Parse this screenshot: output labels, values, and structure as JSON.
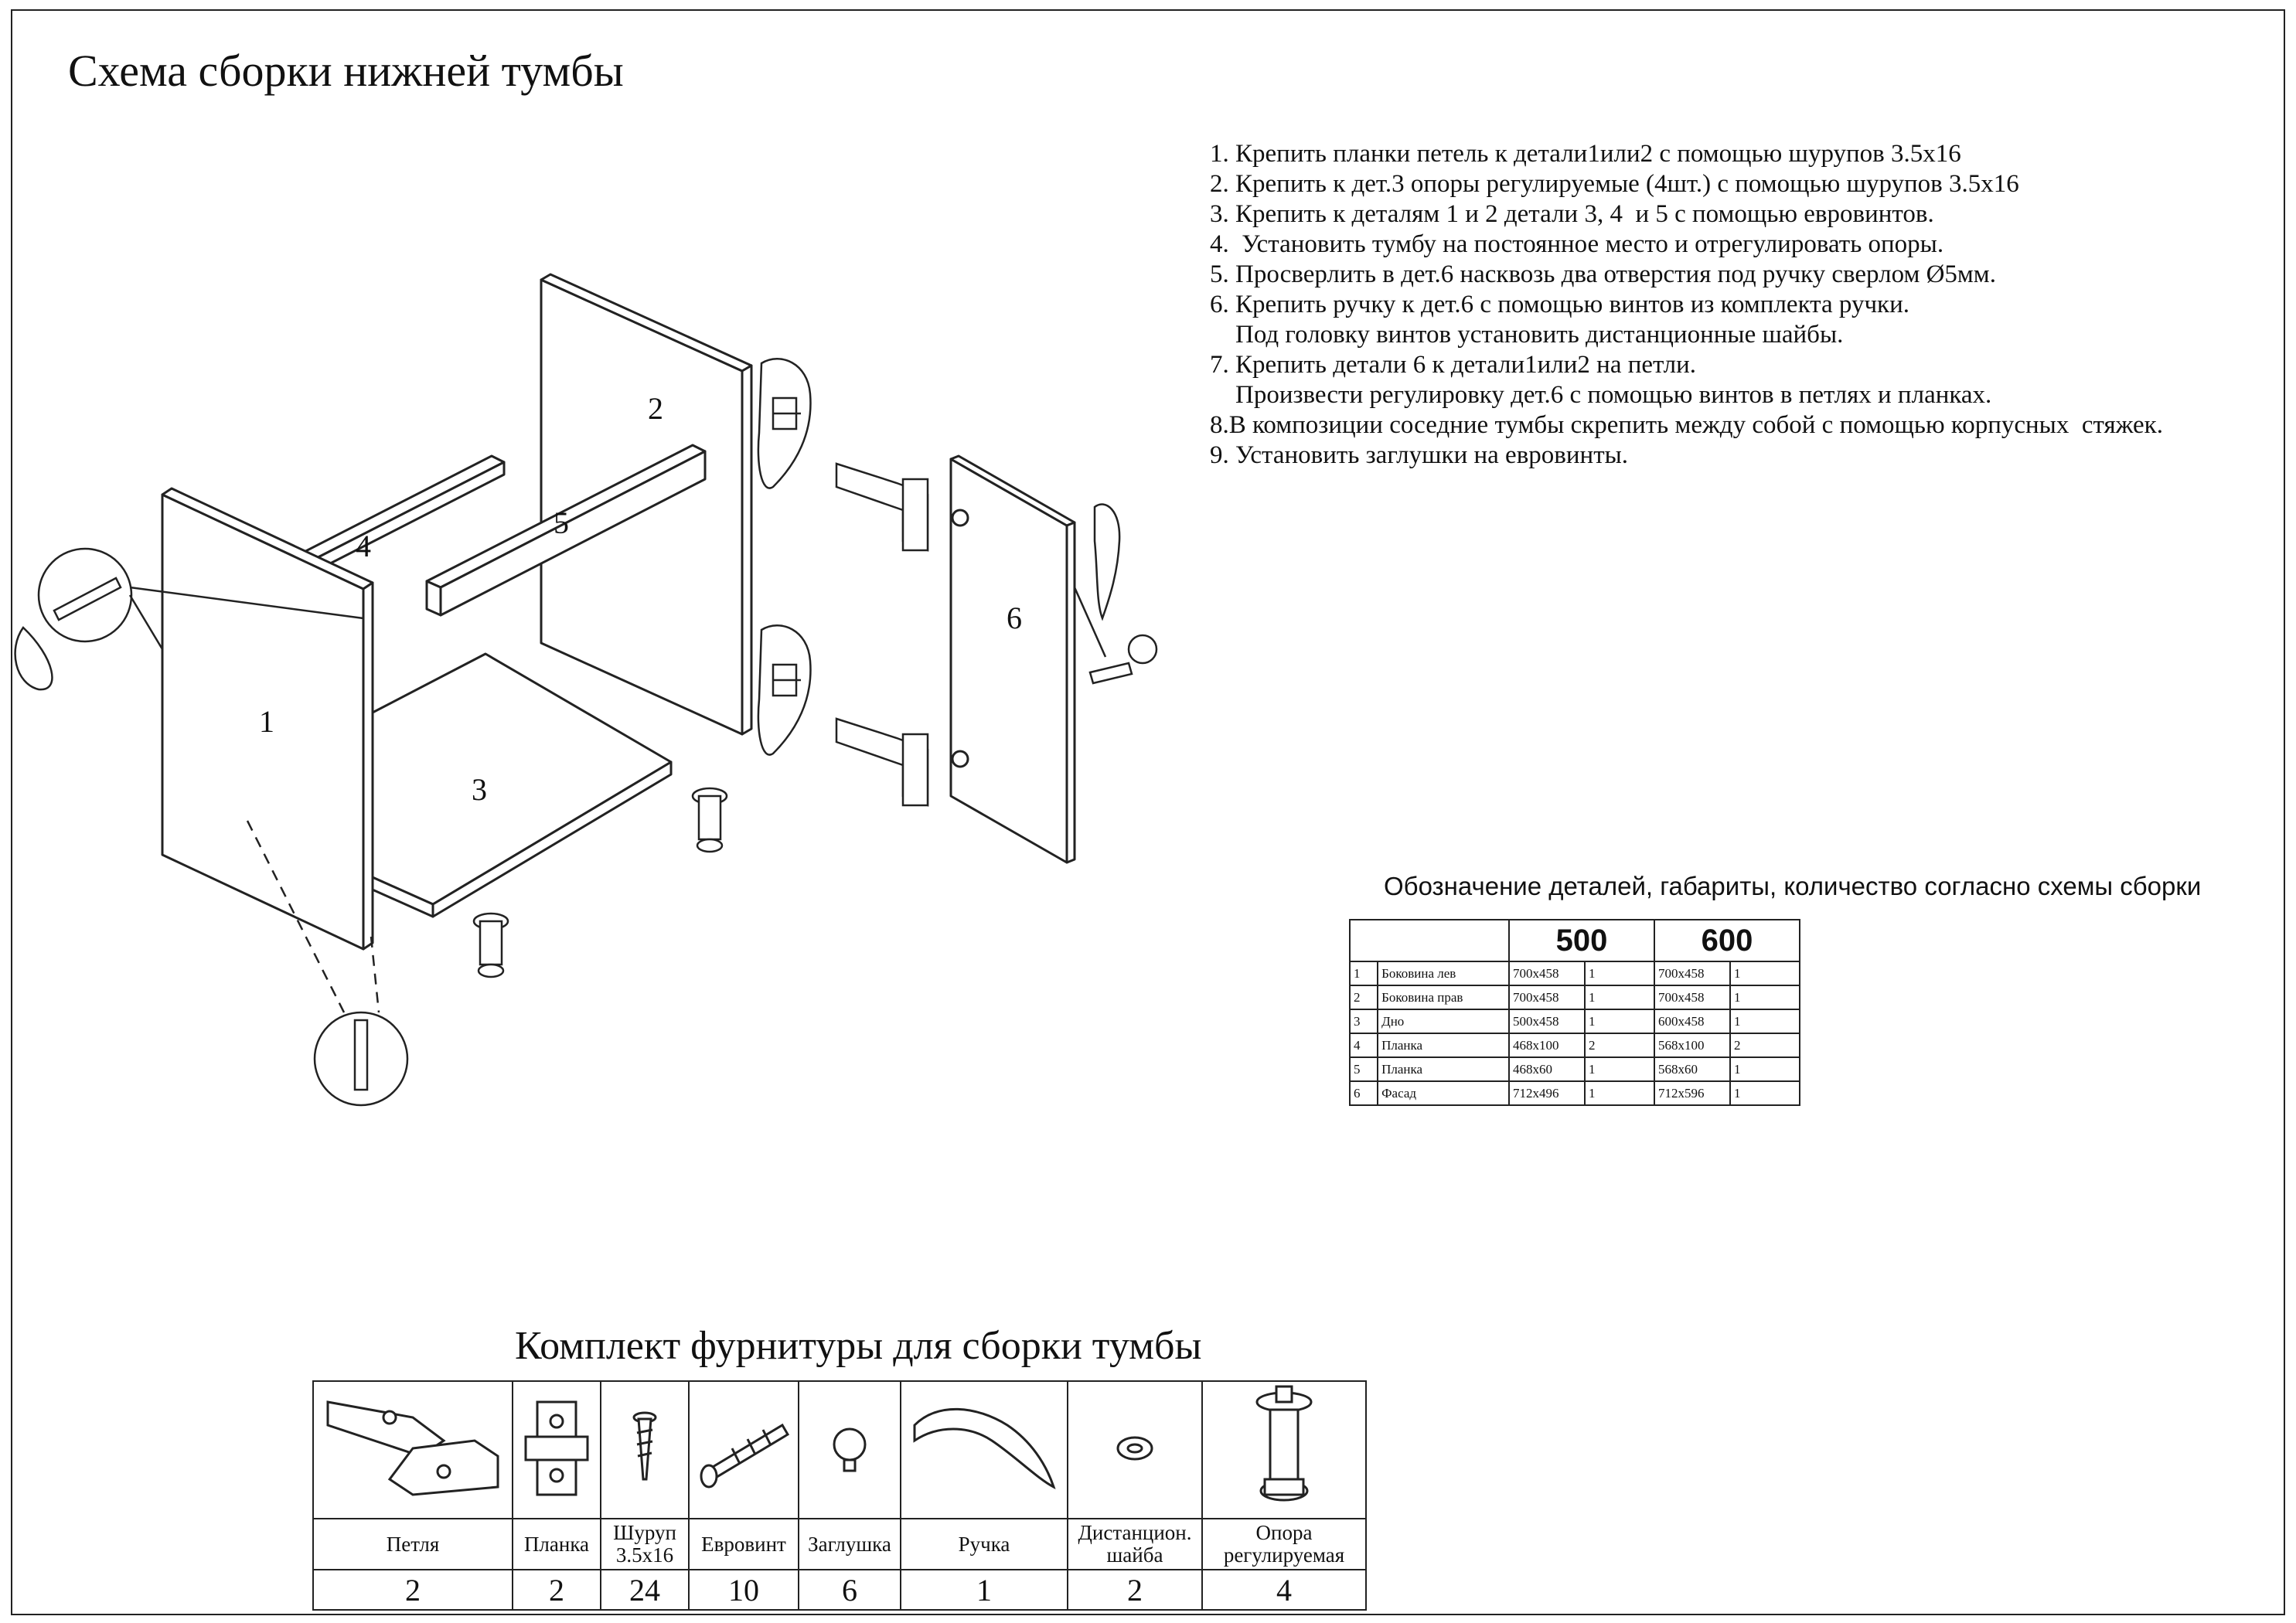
{
  "title": "Схема сборки нижней тумбы",
  "instructions": [
    "1. Крепить планки петель к детали1или2 с помощью шурупов 3.5x16",
    "2. Крепить к дет.3 опоры регулируемые (4шт.) с помощью шурупов 3.5x16",
    "3. Крепить к деталям 1 и 2 детали 3, 4  и 5 с помощью евровинтов.",
    "4.  Установить тумбу на постоянное место и отрегулировать опоры.",
    "5. Просверлить в дет.6 насквозь два отверстия под ручку сверлом Ø5мм.",
    "6. Крепить ручку к дет.6 с помощью винтов из комплекта ручки.",
    "    Под головку винтов установить дистанционные шайбы.",
    "7. Крепить детали 6 к детали1или2 на петли.",
    "    Произвести регулировку дет.6 с помощью винтов в петлях и планках.",
    "8.В композиции соседние тумбы скрепить между собой с помощью корпусных  стяжек.",
    "9. Установить заглушки на евровинты."
  ],
  "diagram": {
    "part_labels": [
      "1",
      "2",
      "3",
      "4",
      "5",
      "6"
    ]
  },
  "spec": {
    "caption": "Обозначение деталей, габариты, количество согласно схемы сборки",
    "headers": [
      "500",
      "600"
    ],
    "rows": [
      {
        "n": "1",
        "name": "Боковина лев",
        "size500": "700x458",
        "qty500": "1",
        "size600": "700x458",
        "qty600": "1"
      },
      {
        "n": "2",
        "name": "Боковина прав",
        "size500": "700x458",
        "qty500": "1",
        "size600": "700x458",
        "qty600": "1"
      },
      {
        "n": "3",
        "name": "Дно",
        "size500": "500x458",
        "qty500": "1",
        "size600": "600x458",
        "qty600": "1"
      },
      {
        "n": "4",
        "name": "Планка",
        "size500": "468x100",
        "qty500": "2",
        "size600": "568x100",
        "qty600": "2"
      },
      {
        "n": "5",
        "name": "Планка",
        "size500": "468x60",
        "qty500": "1",
        "size600": "568x60",
        "qty600": "1"
      },
      {
        "n": "6",
        "name": "Фасад",
        "size500": "712x496",
        "qty500": "1",
        "size600": "712x596",
        "qty600": "1"
      }
    ]
  },
  "kit": {
    "title": "Комплект фурнитуры для сборки тумбы",
    "items": [
      {
        "name": "Петля",
        "qty": "2",
        "icon": "hinge-icon"
      },
      {
        "name": "Планка",
        "qty": "2",
        "icon": "mounting-plate-icon"
      },
      {
        "name": "Шуруп\n3.5x16",
        "qty": "24",
        "icon": "screw-icon"
      },
      {
        "name": "Евровинт",
        "qty": "10",
        "icon": "euroscrew-icon"
      },
      {
        "name": "Заглушка",
        "qty": "6",
        "icon": "cap-icon"
      },
      {
        "name": "Ручка",
        "qty": "1",
        "icon": "handle-icon"
      },
      {
        "name": "Дистанцион.\nшайба",
        "qty": "2",
        "icon": "washer-icon"
      },
      {
        "name": "Опора\nрегулируемая",
        "qty": "4",
        "icon": "adjustable-leg-icon"
      }
    ]
  }
}
